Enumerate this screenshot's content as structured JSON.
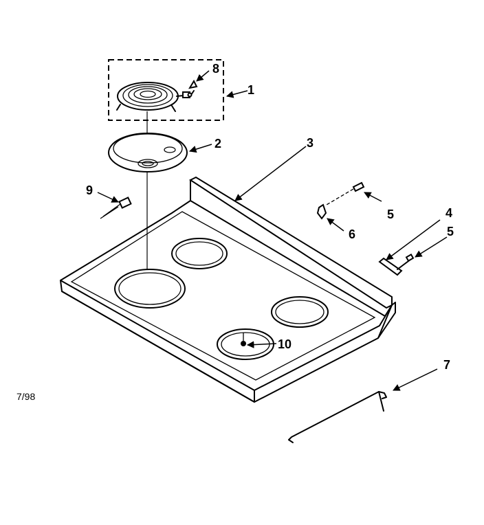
{
  "diagram": {
    "callouts": [
      {
        "id": "1",
        "label": "1"
      },
      {
        "id": "2",
        "label": "2"
      },
      {
        "id": "3",
        "label": "3"
      },
      {
        "id": "4",
        "label": "4"
      },
      {
        "id": "5a",
        "label": "5"
      },
      {
        "id": "5b",
        "label": "5"
      },
      {
        "id": "6",
        "label": "6"
      },
      {
        "id": "7",
        "label": "7"
      },
      {
        "id": "8",
        "label": "8"
      },
      {
        "id": "9",
        "label": "9"
      },
      {
        "id": "10",
        "label": "10"
      }
    ],
    "revision_date": "7/98"
  }
}
